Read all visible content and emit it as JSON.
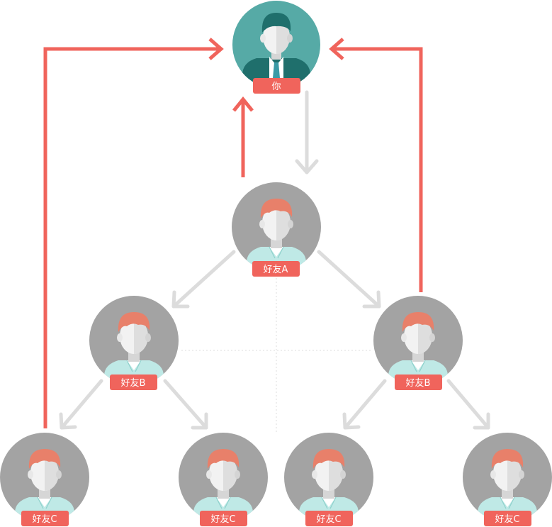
{
  "colors": {
    "accent": "#f0645c",
    "root_circle": "#56aaa6",
    "friend_circle": "#a3a3a3",
    "grey_arrow": "#dcdcdc",
    "dotted": "#dedede"
  },
  "nodes": {
    "you": {
      "label": "你",
      "icon": "businessman-avatar-icon"
    },
    "friend_a": {
      "label": "好友A",
      "icon": "person-avatar-icon"
    },
    "friend_b_left": {
      "label": "好友B",
      "icon": "person-avatar-icon"
    },
    "friend_b_right": {
      "label": "好友B",
      "icon": "person-avatar-icon"
    },
    "friend_c_1": {
      "label": "好友C",
      "icon": "person-avatar-icon"
    },
    "friend_c_2": {
      "label": "好友C",
      "icon": "person-avatar-icon"
    },
    "friend_c_3": {
      "label": "好友C",
      "icon": "person-avatar-icon"
    },
    "friend_c_4": {
      "label": "好友C",
      "icon": "person-avatar-icon"
    }
  }
}
